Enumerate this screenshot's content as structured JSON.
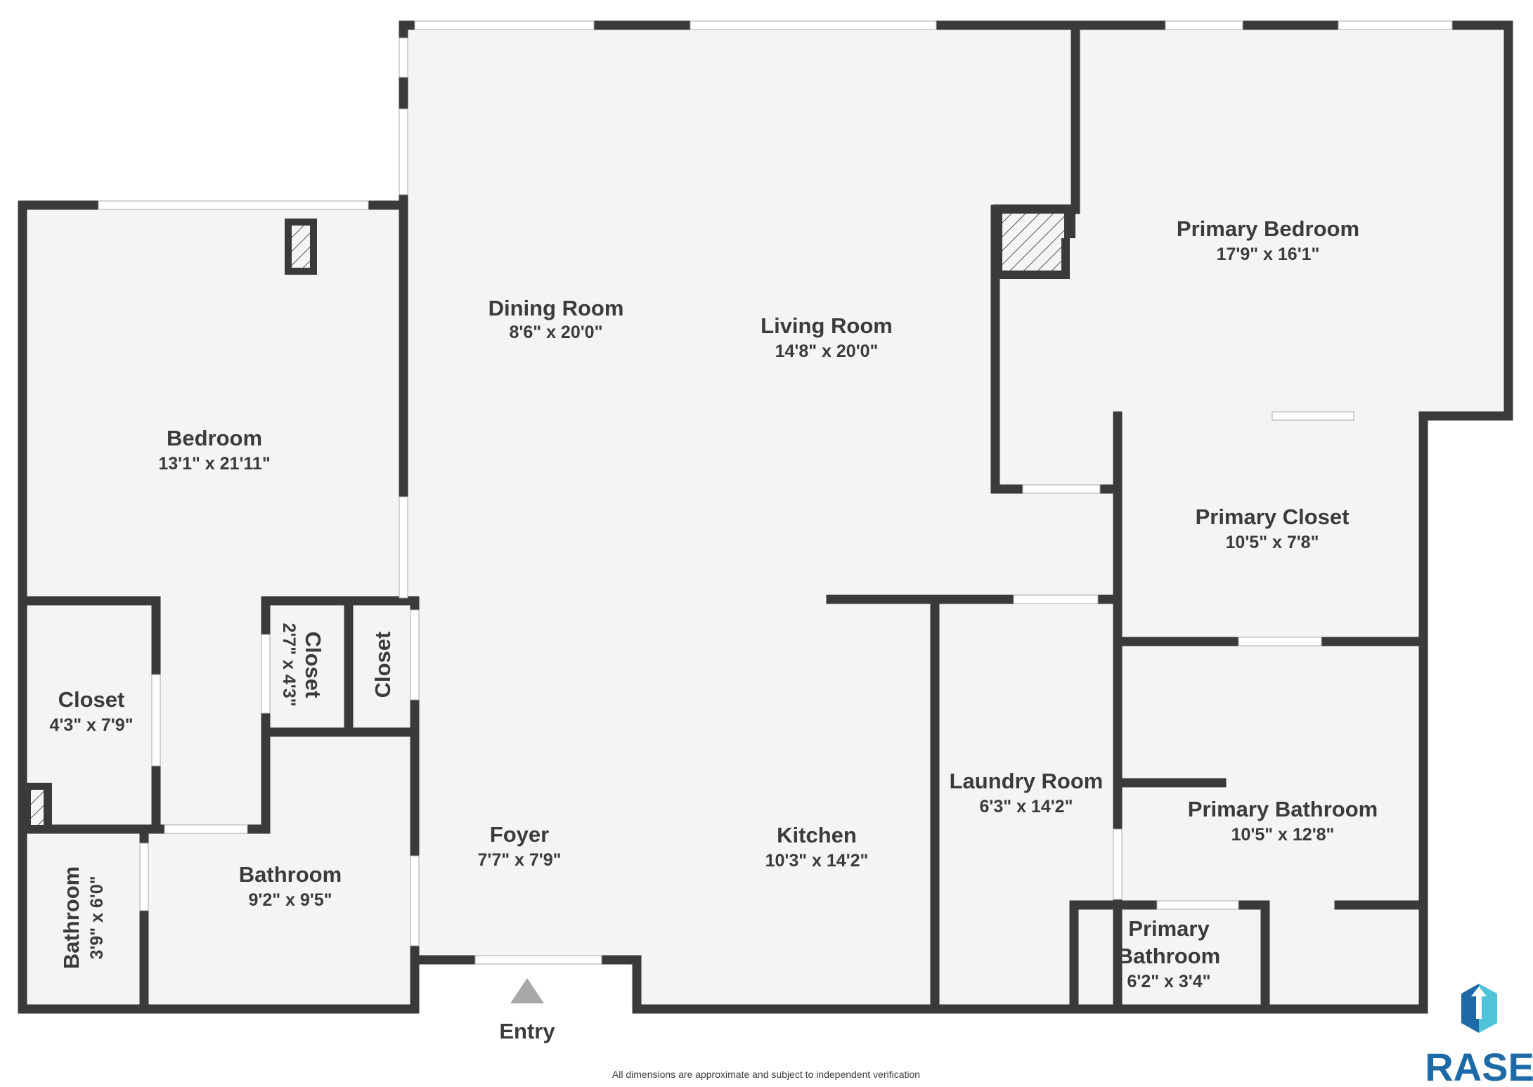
{
  "rooms": {
    "dining": {
      "name": "Dining Room",
      "dim": "8'6\" x 20'0\""
    },
    "living": {
      "name": "Living Room",
      "dim": "14'8\" x 20'0\""
    },
    "primary_bedroom": {
      "name": "Primary Bedroom",
      "dim": "17'9\" x 16'1\""
    },
    "bedroom": {
      "name": "Bedroom",
      "dim": "13'1\" x 21'11\""
    },
    "primary_closet": {
      "name": "Primary Closet",
      "dim": "10'5\" x 7'8\""
    },
    "closet_small": {
      "name": "Closet",
      "dim": "2'7\" x 4'3\""
    },
    "closet_plain": {
      "name": "Closet"
    },
    "closet_left": {
      "name": "Closet",
      "dim": "4'3\" x 7'9\""
    },
    "laundry": {
      "name": "Laundry Room",
      "dim": "6'3\" x 14'2\""
    },
    "primary_bathroom": {
      "name": "Primary Bathroom",
      "dim": "10'5\" x 12'8\""
    },
    "foyer": {
      "name": "Foyer",
      "dim": "7'7\" x 7'9\""
    },
    "kitchen": {
      "name": "Kitchen",
      "dim": "10'3\" x 14'2\""
    },
    "bathroom": {
      "name": "Bathroom",
      "dim": "9'2\" x 9'5\""
    },
    "bathroom_small": {
      "name": "Bathroom",
      "dim": "3'9\" x 6'0\""
    },
    "primary_bath_small": {
      "name_line1": "Primary",
      "name_line2": "Bathroom",
      "dim": "6'2\" x 3'4\""
    }
  },
  "entry_label": "Entry",
  "disclaimer": "All dimensions are approximate and subject to independent verification",
  "logo": {
    "text": "RASE"
  },
  "colors": {
    "wall": "#3a3a3c",
    "floor": "#f4f4f4",
    "logo_blue": "#1e6aa6",
    "logo_teal": "#4fc3d9",
    "arrow": "#a8a8a8"
  }
}
